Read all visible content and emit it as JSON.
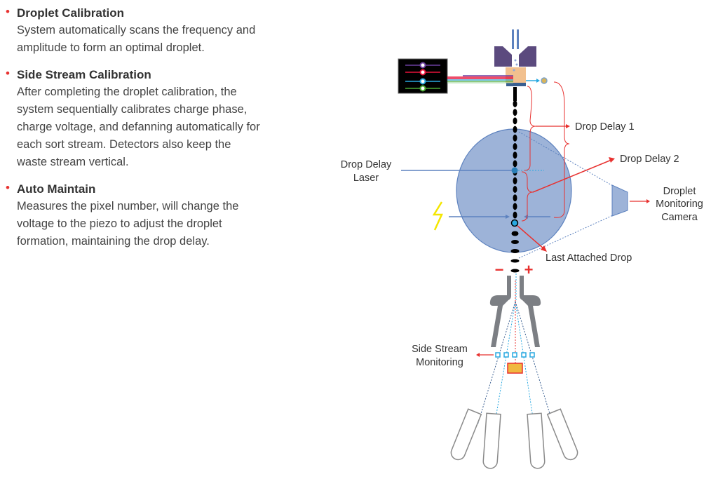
{
  "features": [
    {
      "title": "Droplet Calibration",
      "description": "System automatically scans the frequency and amplitude to form an optimal droplet."
    },
    {
      "title": "Side Stream Calibration",
      "description": "After completing the droplet calibration, the system sequentially calibrates charge phase, charge voltage, and defanning automatically for each sort stream. Detectors also keep the waste stream vertical."
    },
    {
      "title": "Auto Maintain",
      "description": "Measures the pixel number, will change the voltage to the piezo to adjust the droplet formation, maintaining the drop delay."
    }
  ],
  "bullet_symbol": "•",
  "diagram": {
    "drop_delay_1": "Drop Delay 1",
    "drop_delay_2": "Drop Delay 2",
    "drop_delay_laser_1": "Drop Delay",
    "drop_delay_laser_2": "Laser",
    "camera_1": "Droplet",
    "camera_2": "Monitoring",
    "camera_3": "Camera",
    "last_attached_drop": "Last Attached Drop",
    "minus": "−",
    "plus": "+",
    "side_stream_1": "Side Stream",
    "side_stream_2": "Monitoring"
  },
  "colors": {
    "accent": "#e8312f",
    "ellipse": "#9db3d8",
    "nozzle": "#5b4a7e",
    "plates": "#7c7f84",
    "laser_blue": "#29a8e0"
  }
}
